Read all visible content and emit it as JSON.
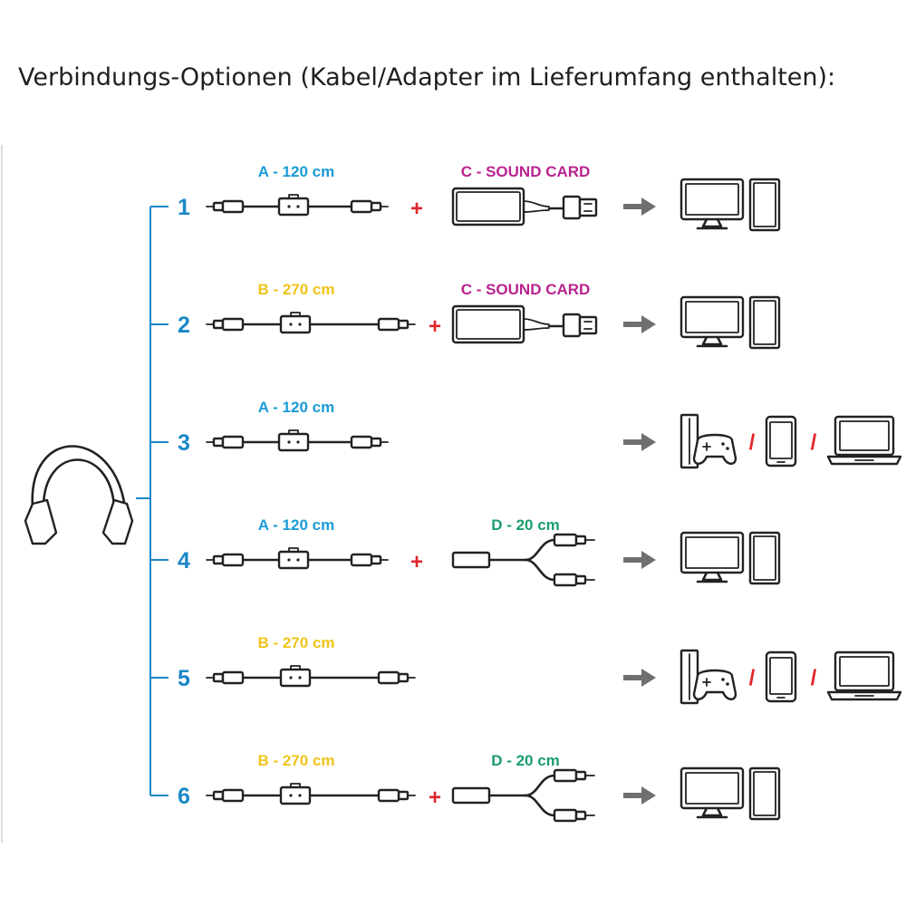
{
  "title": "Verbindungs-Optionen (Kabel/Adapter im Lieferumfang enthalten):",
  "colors": {
    "tree": "#1a87c8",
    "number": "#1a87c8",
    "cable_a": "#1a9bd7",
    "cable_b": "#f0c419",
    "sound_card": "#b8238f",
    "splitter": "#1a9c6b",
    "plus": "#e0262b",
    "arrow": "#6f6f6f",
    "outline": "#222222"
  },
  "icons": [
    "headphone-icon",
    "monitor-icon",
    "pc-tower-icon",
    "console-icon",
    "gamepad-icon",
    "smartphone-icon",
    "laptop-icon",
    "arrow-right-icon"
  ],
  "plus_sign": "+",
  "separator": "/",
  "options": [
    {
      "number": "1",
      "cable_label": "A - 120 cm",
      "cable_type": "a",
      "extra_label": "C - SOUND CARD",
      "extra_type": "soundcard",
      "targets": "pc"
    },
    {
      "number": "2",
      "cable_label": "B - 270 cm",
      "cable_type": "b",
      "extra_label": "C - SOUND CARD",
      "extra_type": "soundcard",
      "targets": "pc"
    },
    {
      "number": "3",
      "cable_label": "A - 120 cm",
      "cable_type": "a",
      "extra_label": "",
      "extra_type": "none",
      "targets": "multi"
    },
    {
      "number": "4",
      "cable_label": "A - 120 cm",
      "cable_type": "a",
      "extra_label": "D - 20 cm",
      "extra_type": "splitter",
      "targets": "pc"
    },
    {
      "number": "5",
      "cable_label": "B - 270 cm",
      "cable_type": "b",
      "extra_label": "",
      "extra_type": "none",
      "targets": "multi"
    },
    {
      "number": "6",
      "cable_label": "B - 270 cm",
      "cable_type": "b",
      "extra_label": "D - 20 cm",
      "extra_type": "splitter",
      "targets": "pc"
    }
  ]
}
